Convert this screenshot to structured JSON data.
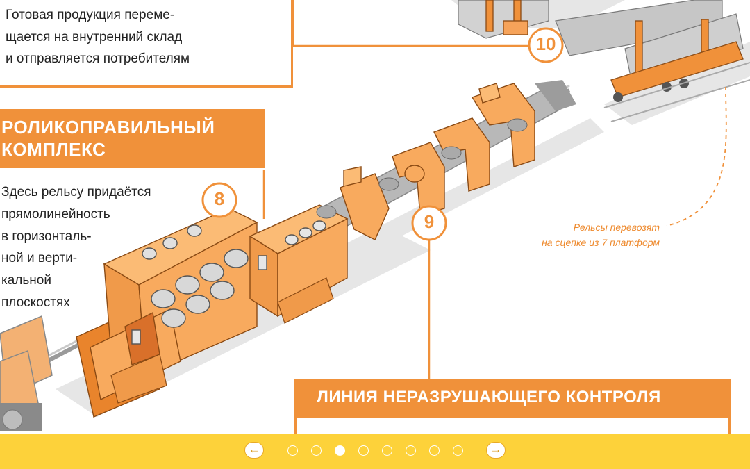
{
  "step10": {
    "text_lines": [
      "Готовая продукция переме-",
      "щается на внутренний склад",
      "и отправляется потребителям"
    ],
    "marker": "10"
  },
  "step8": {
    "title_lines": [
      "РОЛИКОПРАВИЛЬНЫЙ",
      "КОМПЛЕКС"
    ],
    "text_lines": [
      "Здесь рельсу придаётся",
      "прямолинейность",
      "в горизонталь-",
      "ной и верти-",
      "кальной",
      "плоскостях"
    ],
    "marker": "8"
  },
  "step9": {
    "title": "ЛИНИЯ НЕРАЗРУШАЮЩЕГО КОНТРОЛЯ",
    "marker": "9"
  },
  "rail_note": {
    "lines": [
      "Рельсы перевозят",
      "на сцепке из 7 платформ"
    ]
  },
  "pagination": {
    "prev_glyph": "←",
    "next_glyph": "→",
    "total": 8,
    "active_index": 2
  },
  "colors": {
    "accent": "#f0913a",
    "machine_light": "#f8aa5e",
    "machine_dark": "#e8832c",
    "bar": "#fdd23a"
  }
}
